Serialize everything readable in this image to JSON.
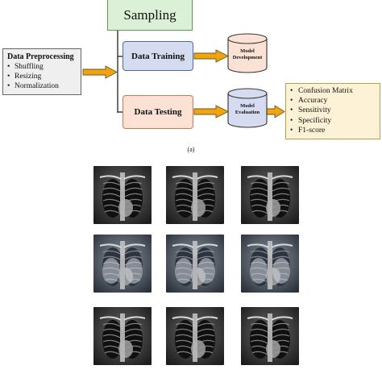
{
  "diagram": {
    "sampling_label": "Sampling",
    "preprocessing": {
      "title": "Data Preprocessing",
      "items": [
        "Shuffling",
        "Resizing",
        "Normalization"
      ]
    },
    "training_label": "Data Training",
    "testing_label": "Data Testing",
    "model_development": [
      "Model",
      "Development"
    ],
    "model_evaluation": [
      "Model",
      "Evaluation"
    ],
    "metrics": [
      "Confusion Matrix",
      "Accuracy",
      "Sensitivity",
      "Specificity",
      "F1-score"
    ],
    "caption": "(a)"
  },
  "colors": {
    "arrow_fill": "#f2a30f",
    "arrow_stroke": "#6b5a1c",
    "cylinder_fill": "#fbe2d5",
    "cylinder_fill_blue": "#d6dcef"
  },
  "xray_grid": [
    [
      "normal",
      "normal",
      "normal"
    ],
    [
      "pneumonia",
      "pneumonia",
      "pneumonia"
    ],
    [
      "normal",
      "normal",
      "normal"
    ]
  ]
}
